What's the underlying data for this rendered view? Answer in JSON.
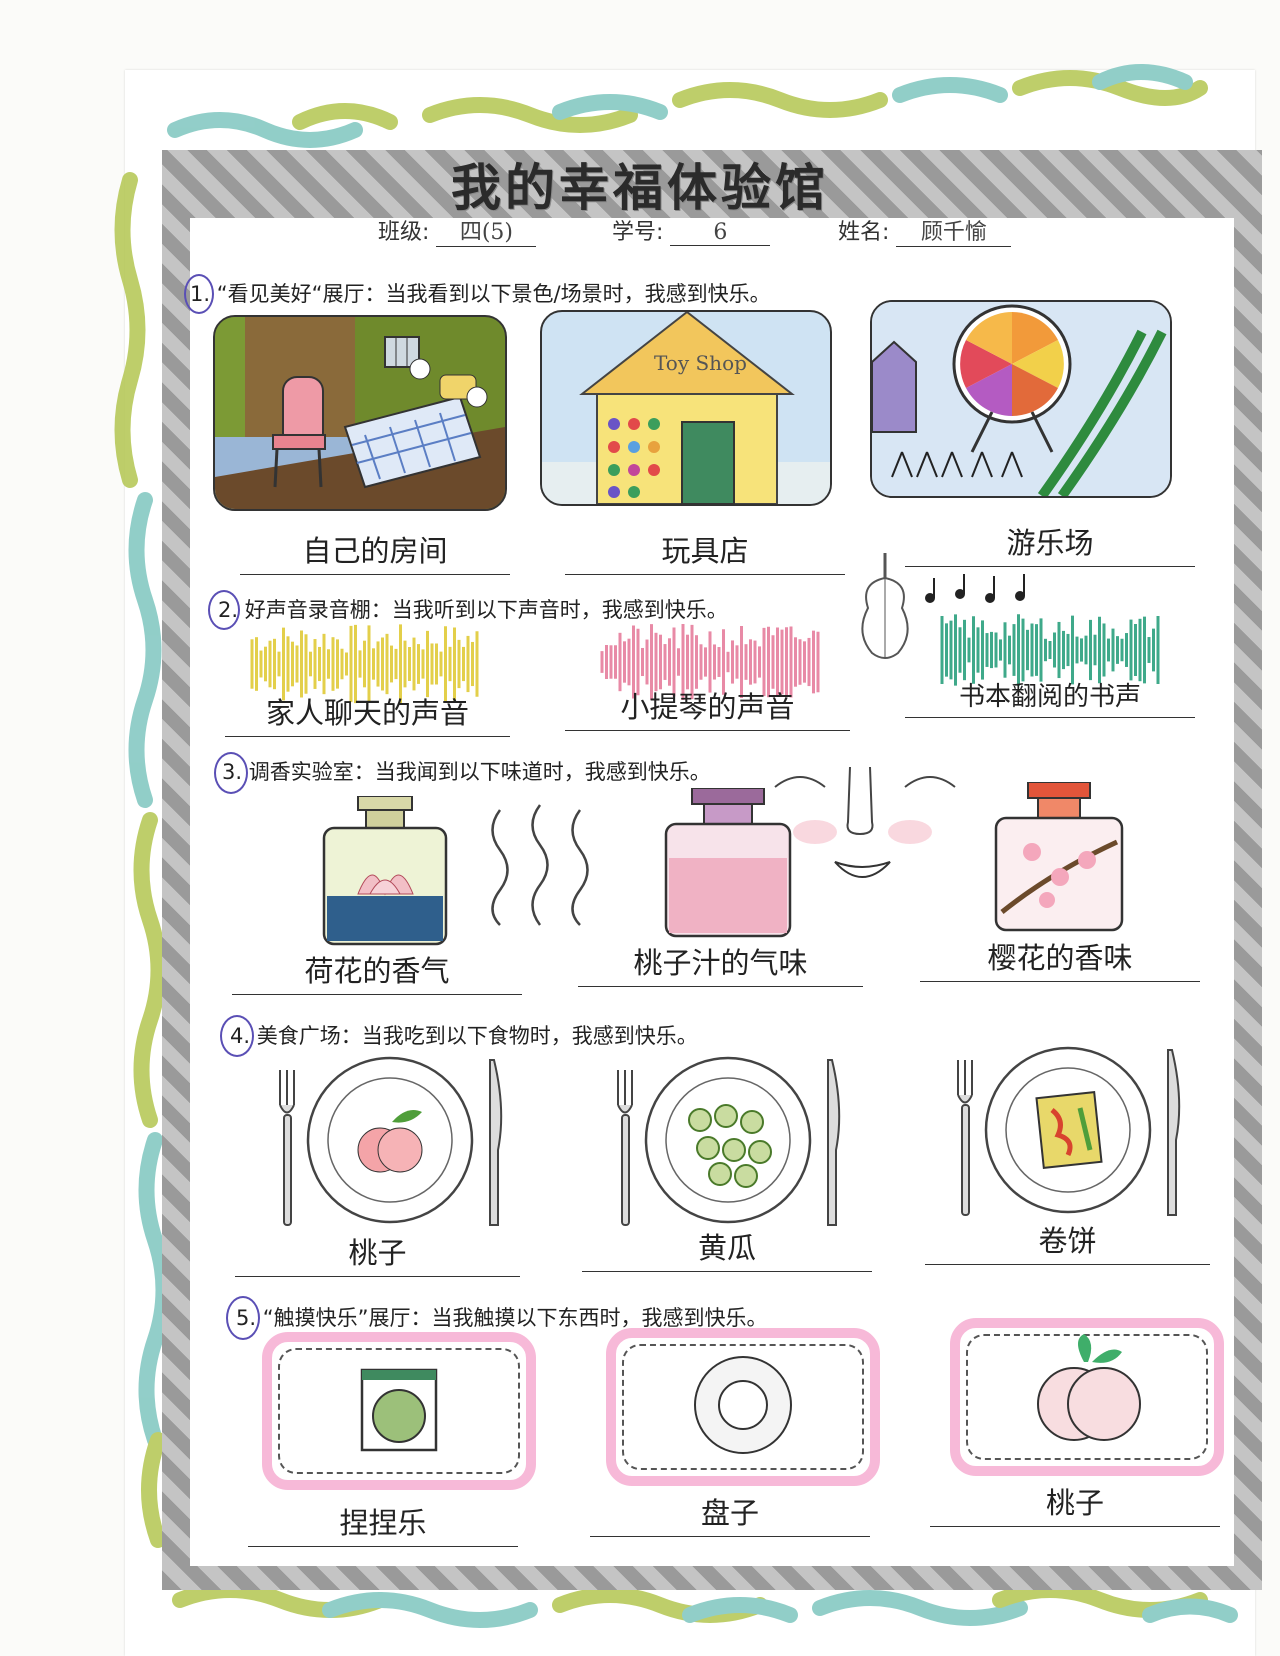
{
  "title": "我的幸福体验馆",
  "info": {
    "class_label": "班级:",
    "class_value": "四(5)",
    "number_label": "学号:",
    "number_value": "6",
    "name_label": "姓名:",
    "name_value": "顾千愉"
  },
  "sections": [
    {
      "number": "1.",
      "heading": "“看见美好“展厅：当我看到以下景色/场景时，我感到快乐。",
      "items": [
        "自己的房间",
        "玩具店",
        "游乐场"
      ],
      "shop_sign": "Toy Shop"
    },
    {
      "number": "2.",
      "heading": "好声音录音棚：当我听到以下声音时，我感到快乐。",
      "items": [
        "家人聊天的声音",
        "小提琴的声音",
        "书本翻阅的书声"
      ],
      "wave_colors": [
        "#e3cf4a",
        "#e88aa6",
        "#3fa98a"
      ]
    },
    {
      "number": "3.",
      "heading": "调香实验室：当我闻到以下味道时，我感到快乐。",
      "items": [
        "荷花的香气",
        "桃子汁的气味",
        "樱花的香味"
      ]
    },
    {
      "number": "4.",
      "heading": "美食广场：当我吃到以下食物时，我感到快乐。",
      "items": [
        "桃子",
        "黄瓜",
        "卷饼"
      ]
    },
    {
      "number": "5.",
      "heading": "“触摸快乐”展厅：当我触摸以下东西时，我感到快乐。",
      "items": [
        "捏捏乐",
        "盘子",
        "桃子"
      ]
    }
  ],
  "colors": {
    "border_green": "#b7c95a",
    "border_teal": "#86c9c3",
    "frame_gray": "#a8a8a8",
    "touch_pink": "#f7b9d8",
    "circle_purple": "#5a4fb5"
  }
}
